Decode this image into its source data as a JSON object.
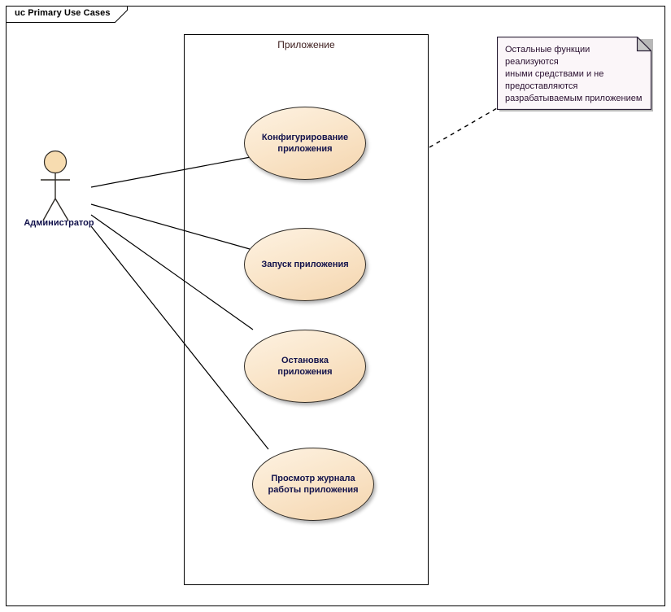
{
  "diagram": {
    "frame_tab_label": "uc Primary Use Cases",
    "boundary_label": "Приложение",
    "actor": {
      "name": "Администратор",
      "icon": "stick-figure-actor-icon"
    },
    "use_cases": [
      {
        "id": "configure-application",
        "line1": "Конфигурирование",
        "line2": "приложения"
      },
      {
        "id": "start-application",
        "line1": "Запуск приложения",
        "line2": ""
      },
      {
        "id": "stop-application",
        "line1": "Остановка",
        "line2": "приложения"
      },
      {
        "id": "view-application-log",
        "line1": "Просмотр журнала",
        "line2": "работы приложения"
      }
    ],
    "note": {
      "line1": "Остальные функции реализуются",
      "line2": "иными средствами и не",
      "line3": "предоставляются",
      "line4": "разрабатываемым приложением"
    },
    "colors": {
      "usecase_fill_light": "#fdf2e2",
      "usecase_fill_dark": "#f4d5ae",
      "usecase_border": "#2e2a25",
      "actor_head_fill": "#f7dcb0",
      "note_fill": "#fbf6f9",
      "note_border": "#2a2036",
      "label_text": "#12124b",
      "line_color": "#000000"
    }
  }
}
